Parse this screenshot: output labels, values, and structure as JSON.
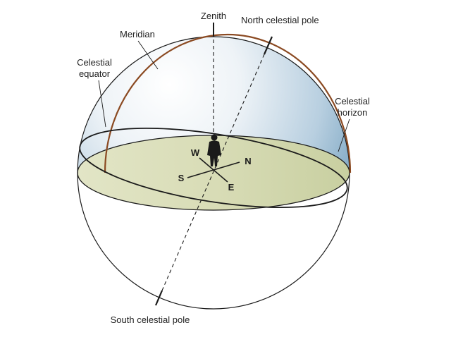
{
  "labels": {
    "zenith": "Zenith",
    "north_celestial_pole": "North celestial pole",
    "meridian": "Meridian",
    "celestial_equator_line1": "Celestial",
    "celestial_equator_line2": "equator",
    "celestial_horizon_line1": "Celestial",
    "celestial_horizon_line2": "horizon",
    "south_celestial_pole": "South celestial pole"
  },
  "compass": {
    "north": "N",
    "south": "S",
    "east": "E",
    "west": "W"
  },
  "colors": {
    "sky_light": "#ffffff",
    "sky_dark": "#7fa8c4",
    "horizon_fill": "#d4d9b2",
    "meridian": "#8b4a22",
    "outline": "#1a1a1a",
    "observer": "#1a1a1a"
  },
  "icons": {
    "observer": "person-silhouette-icon"
  }
}
